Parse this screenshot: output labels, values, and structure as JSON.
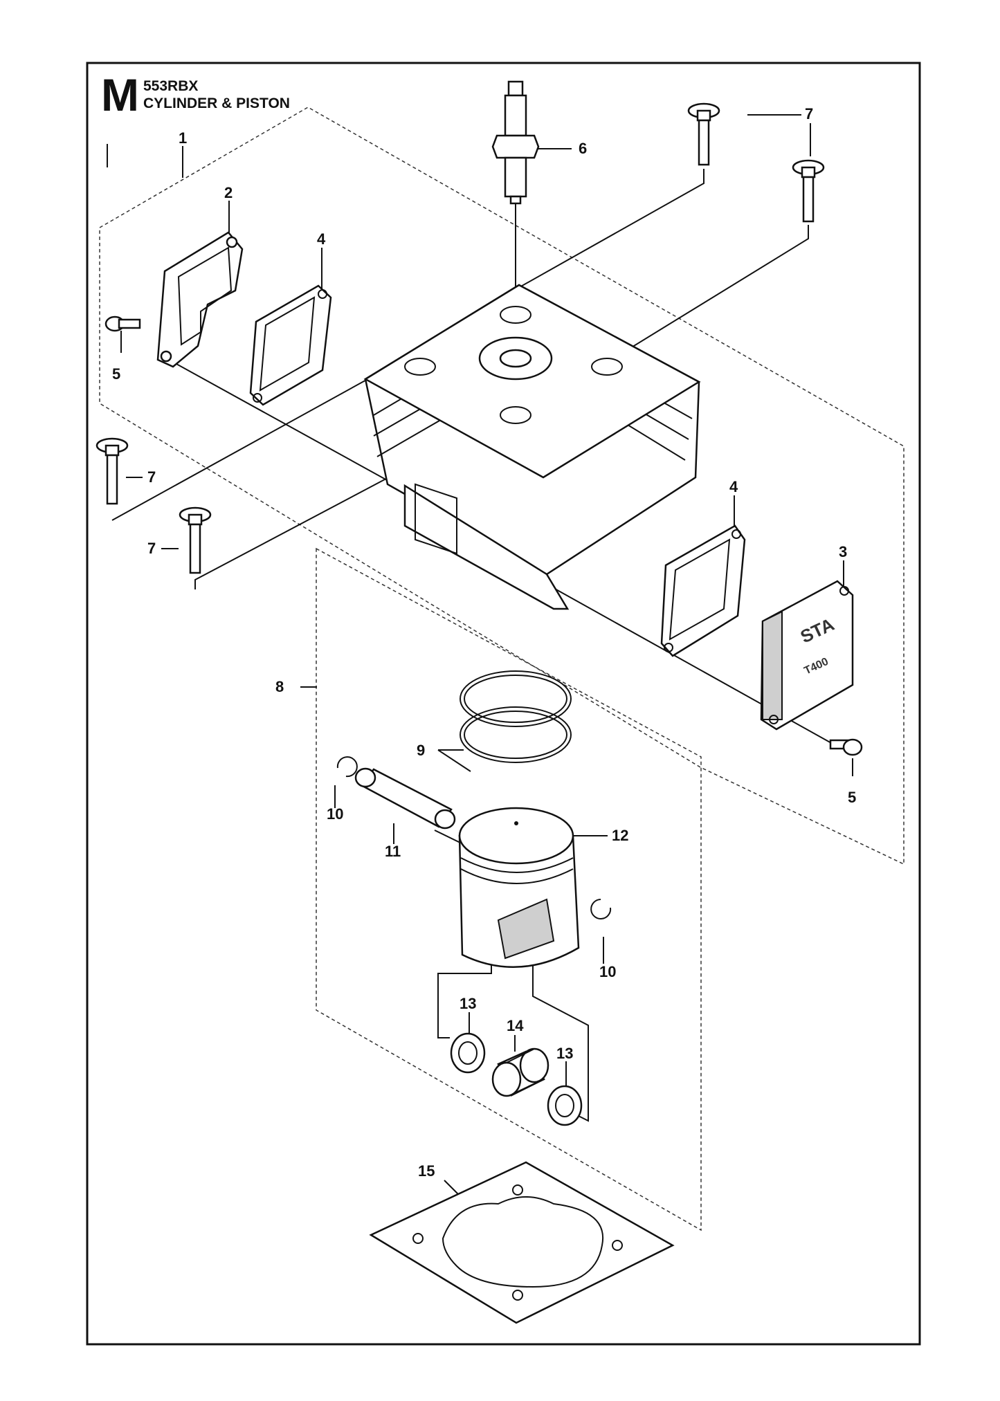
{
  "header": {
    "section_letter": "M",
    "model": "553RBX",
    "title": "CYLINDER & PISTON"
  },
  "callouts": [
    {
      "id": "c1",
      "label": "1"
    },
    {
      "id": "c2",
      "label": "2"
    },
    {
      "id": "c3",
      "label": "3"
    },
    {
      "id": "c4a",
      "label": "4"
    },
    {
      "id": "c4b",
      "label": "4"
    },
    {
      "id": "c5a",
      "label": "5"
    },
    {
      "id": "c5b",
      "label": "5"
    },
    {
      "id": "c6",
      "label": "6"
    },
    {
      "id": "c7a",
      "label": "7"
    },
    {
      "id": "c7b",
      "label": "7"
    },
    {
      "id": "c7c",
      "label": "7"
    },
    {
      "id": "c7d",
      "label": "7"
    },
    {
      "id": "c8",
      "label": "8"
    },
    {
      "id": "c9",
      "label": "9"
    },
    {
      "id": "c10a",
      "label": "10"
    },
    {
      "id": "c10b",
      "label": "10"
    },
    {
      "id": "c11",
      "label": "11"
    },
    {
      "id": "c12",
      "label": "12"
    },
    {
      "id": "c13a",
      "label": "13"
    },
    {
      "id": "c13b",
      "label": "13"
    },
    {
      "id": "c14",
      "label": "14"
    },
    {
      "id": "c15",
      "label": "15"
    }
  ],
  "markings": {
    "cover_text_1": "STA",
    "cover_text_2": "T400"
  }
}
